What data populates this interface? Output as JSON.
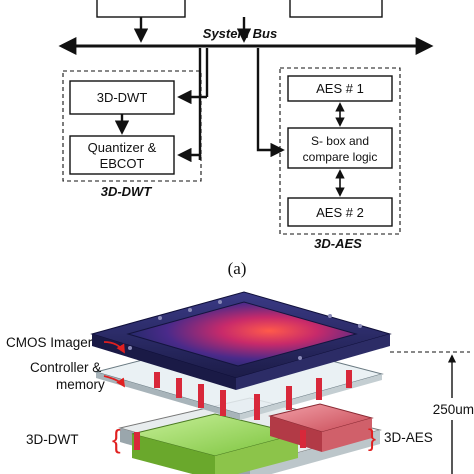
{
  "diagram_a": {
    "bus_label": "System Bus",
    "blocks": {
      "dwt": "3D-DWT",
      "quantizer_line1": "Quantizer &",
      "quantizer_line2": "EBCOT",
      "aes1": "AES # 1",
      "sbox_line1": "S- box and",
      "sbox_line2": "compare logic",
      "aes2": "AES # 2"
    },
    "group_labels": {
      "dwt": "3D-DWT",
      "aes": "3D-AES"
    },
    "caption": "(a)"
  },
  "diagram_b": {
    "labels": {
      "cmos": "CMOS Imager",
      "controller_line1": "Controller &",
      "controller_line2": "memory",
      "dwt": "3D-DWT",
      "aes": "3D-AES",
      "thickness": "250um"
    },
    "colors": {
      "imager_top": "#2a2a6e",
      "imager_glow": "#e0304a",
      "dwt_layer": "#8fd34a",
      "aes_layer": "#d8606a",
      "pillar": "#d8283a",
      "annotation_arrow": "#e02020"
    }
  }
}
